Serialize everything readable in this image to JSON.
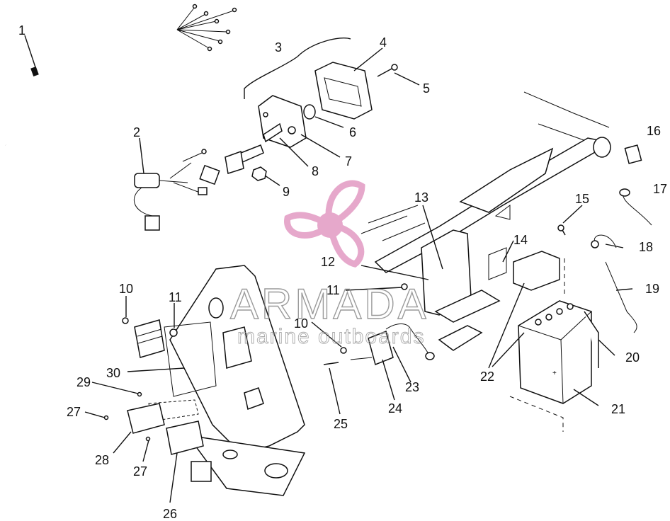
{
  "diagram": {
    "callouts": [
      "1",
      "2",
      "3",
      "4",
      "5",
      "6",
      "7",
      "8",
      "9",
      "10",
      "11",
      "12",
      "13",
      "14",
      "15",
      "16",
      "17",
      "18",
      "19",
      "20",
      "21",
      "22",
      "23",
      "24",
      "25",
      "26",
      "27",
      "28",
      "29",
      "30"
    ]
  },
  "watermark": {
    "brand": "ARMADA",
    "tagline": "marine outboards",
    "logo_color": "#e29ac3"
  }
}
